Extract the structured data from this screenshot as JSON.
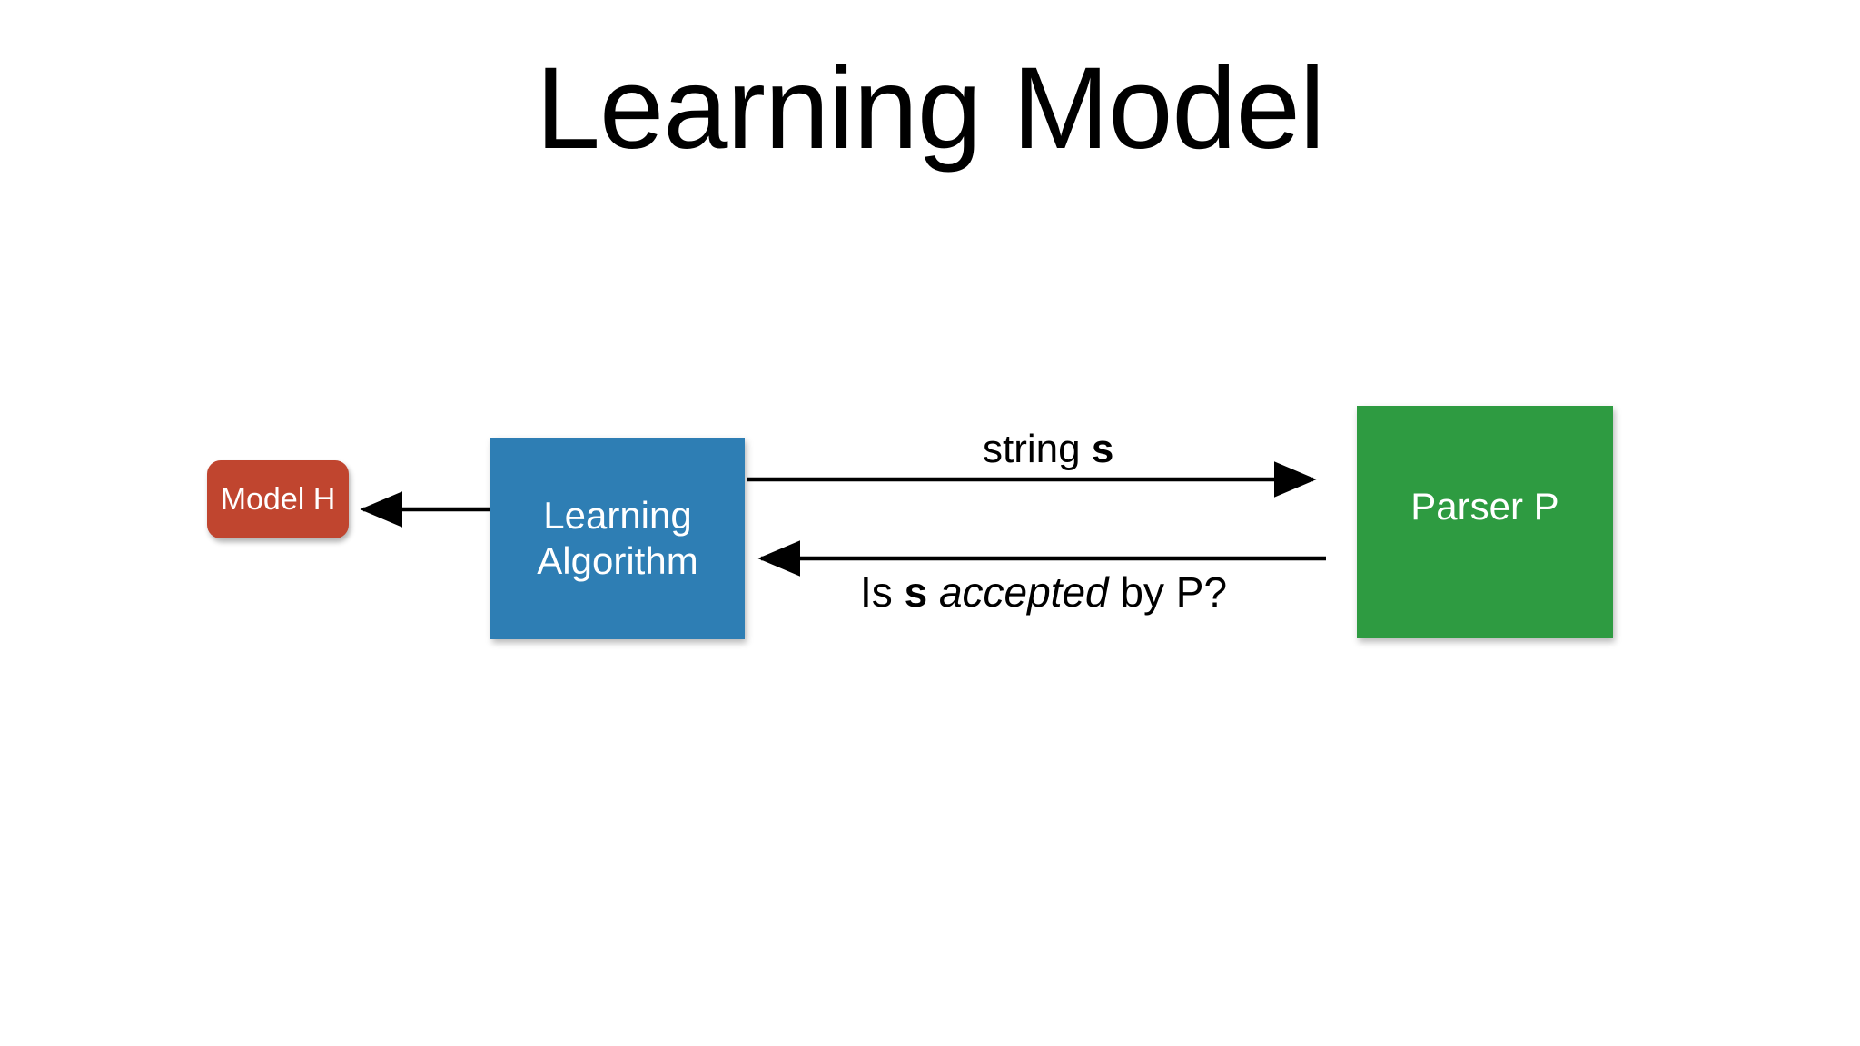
{
  "slide": {
    "title": "Learning Model",
    "background_color": "#ffffff"
  },
  "nodes": [
    {
      "id": "model",
      "label": "Model H",
      "shape": "rounded-rectangle",
      "color": "#c0452f",
      "text_color": "#ffffff"
    },
    {
      "id": "learning",
      "label_line1": "Learning",
      "label_line2": "Algorithm",
      "shape": "rectangle",
      "color": "#2e7eb4",
      "text_color": "#ffffff"
    },
    {
      "id": "parser",
      "label": "Parser P",
      "shape": "rectangle",
      "color": "#2e9b41",
      "text_color": "#ffffff"
    }
  ],
  "edges": [
    {
      "id": "learning-to-model",
      "from": "learning",
      "to": "model",
      "direction": "left",
      "label": "",
      "color": "#000000"
    },
    {
      "id": "learning-to-parser",
      "from": "learning",
      "to": "parser",
      "direction": "right",
      "label_prefix": "string ",
      "label_bold": "s",
      "color": "#000000"
    },
    {
      "id": "parser-to-learning",
      "from": "parser",
      "to": "learning",
      "direction": "left",
      "label_part1": "Is ",
      "label_bold": "s",
      "label_italic": "accepted",
      "label_part2": " by P?",
      "color": "#000000"
    }
  ]
}
